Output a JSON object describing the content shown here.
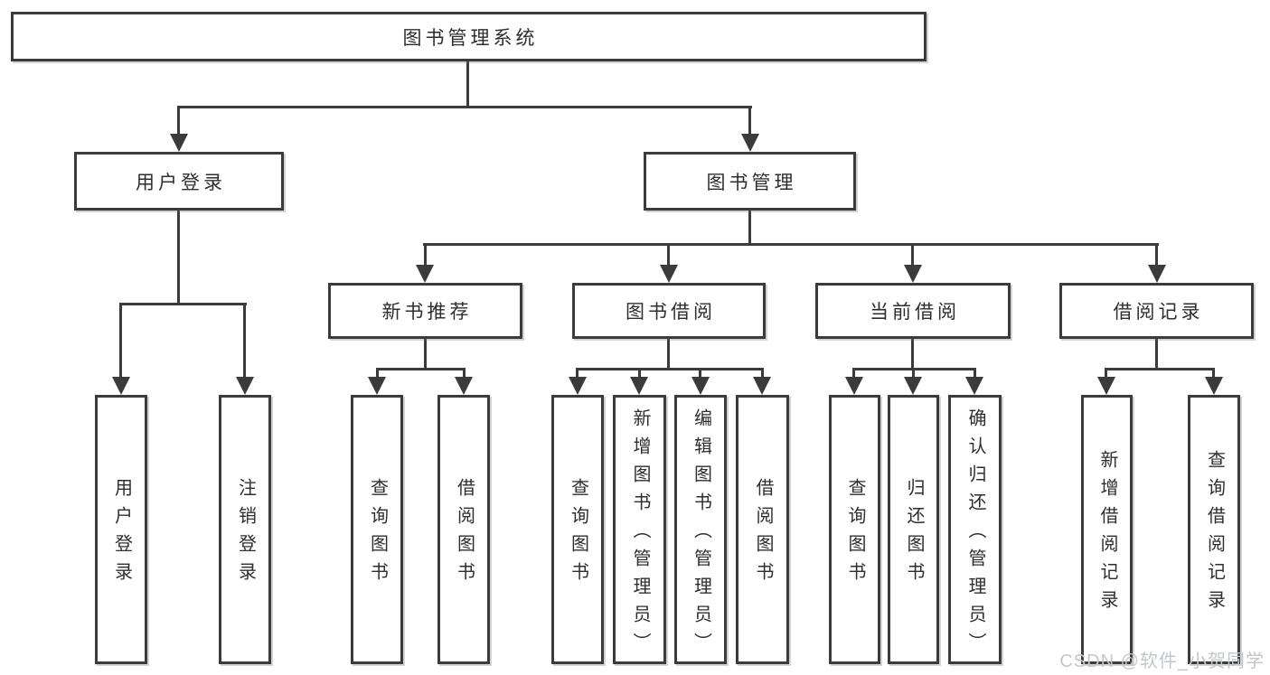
{
  "diagram": {
    "root": {
      "label": "图书管理系统"
    },
    "user_login": {
      "label": "用户登录",
      "children": [
        {
          "label": "用户登录"
        },
        {
          "label": "注销登录"
        }
      ]
    },
    "book_mgmt": {
      "label": "图书管理",
      "sections": [
        {
          "label": "新书推荐",
          "children": [
            {
              "label": "查询图书"
            },
            {
              "label": "借阅图书"
            }
          ]
        },
        {
          "label": "图书借阅",
          "children": [
            {
              "label": "查询图书"
            },
            {
              "label": "新增图书（管理员）"
            },
            {
              "label": "编辑图书（管理员）"
            },
            {
              "label": "借阅图书"
            }
          ]
        },
        {
          "label": "当前借阅",
          "children": [
            {
              "label": "查询图书"
            },
            {
              "label": "归还图书"
            },
            {
              "label": "确认归还（管理员）"
            }
          ]
        },
        {
          "label": "借阅记录",
          "children": [
            {
              "label": "新增借阅记录"
            },
            {
              "label": "查询借阅记录"
            }
          ]
        }
      ]
    }
  },
  "watermark": {
    "text": "CSDN @软件_小贺同学"
  },
  "colors": {
    "line": "#3b3b3b",
    "box_border": "#3b3b3b",
    "box_fill": "#ffffff",
    "text": "#2e2e2e",
    "watermark": "#c3c6ca",
    "background": "#ffffff"
  }
}
